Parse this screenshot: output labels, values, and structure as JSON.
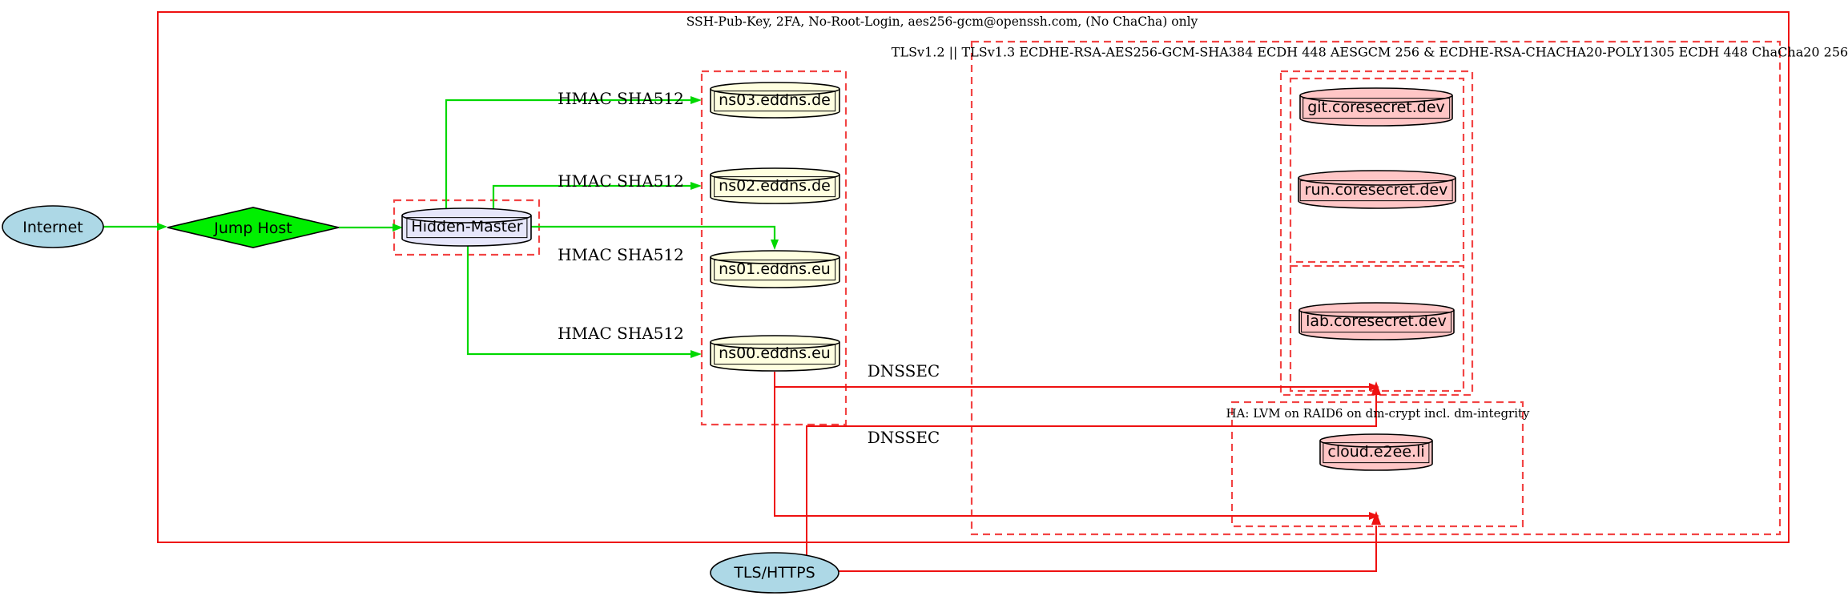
{
  "clusters": {
    "ssh_label": "SSH-Pub-Key, 2FA, No-Root-Login, aes256-gcm@openssh.com, (No ChaCha) only",
    "tls_label": "TLSv1.2 || TLSv1.3 ECDHE-RSA-AES256-GCM-SHA384 ECDH 448 AESGCM 256 & ECDHE-RSA-CHACHA20-POLY1305 ECDH 448 ChaCha20 256",
    "ha_label": "HA: LVM on RAID6 on dm-crypt incl. dm-integrity"
  },
  "nodes": {
    "internet": "Internet",
    "jump_host": "Jump Host",
    "hidden_master": "Hidden-Master",
    "ns03": "ns03.eddns.de",
    "ns02": "ns02.eddns.de",
    "ns01": "ns01.eddns.eu",
    "ns00": "ns00.eddns.eu",
    "git": "git.coresecret.dev",
    "run": "run.coresecret.dev",
    "lab": "lab.coresecret.dev",
    "cloud": "cloud.e2ee.li",
    "tls_https": "TLS/HTTPS"
  },
  "edge_labels": {
    "hmac": "HMAC SHA512",
    "dnssec": "DNSSEC"
  },
  "colors": {
    "edge_green": "#00d800",
    "diamond_green": "#00f000",
    "edge_red": "#ee1111",
    "cluster_red": "#f24444",
    "node_blue": "#add8e6",
    "node_lavender": "#e6e6fa",
    "node_lightyellow": "#ffffe0",
    "node_pink": "#ffc6c6",
    "outline_black": "#000000"
  }
}
